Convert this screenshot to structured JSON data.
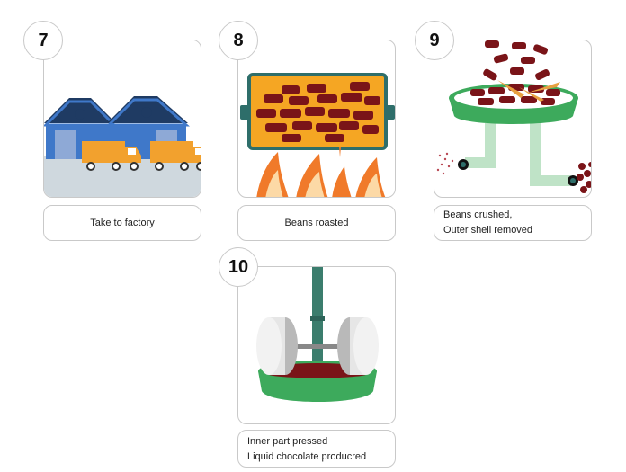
{
  "steps": [
    {
      "number": "7",
      "caption": "Take to factory"
    },
    {
      "number": "8",
      "caption": "Beans roasted"
    },
    {
      "number": "9",
      "caption_lines": [
        "Beans crushed,",
        "Outer shell removed"
      ]
    },
    {
      "number": "10",
      "caption_lines": [
        "Inner part pressed",
        "Liquid chocolate producred"
      ]
    }
  ],
  "colors": {
    "border": "#c9c9c9",
    "warehouse_roof": "#1f3b63",
    "warehouse_wall": "#3f78c9",
    "truck_orange": "#f2a12e",
    "bean_red": "#7a1418",
    "roaster_orange": "#f5a623",
    "roaster_teal": "#2e6e6a",
    "flame_orange": "#f07a2a",
    "bowl_green": "#3daa5c",
    "pipe_green": "#bfe3c7",
    "press_shaft": "#3b7d6d",
    "chocolate": "#7a1418"
  },
  "icons": [
    "warehouse-illustration",
    "truck-icon",
    "roaster-illustration",
    "flame-icon",
    "crusher-bowl-illustration",
    "press-millstone-illustration"
  ]
}
